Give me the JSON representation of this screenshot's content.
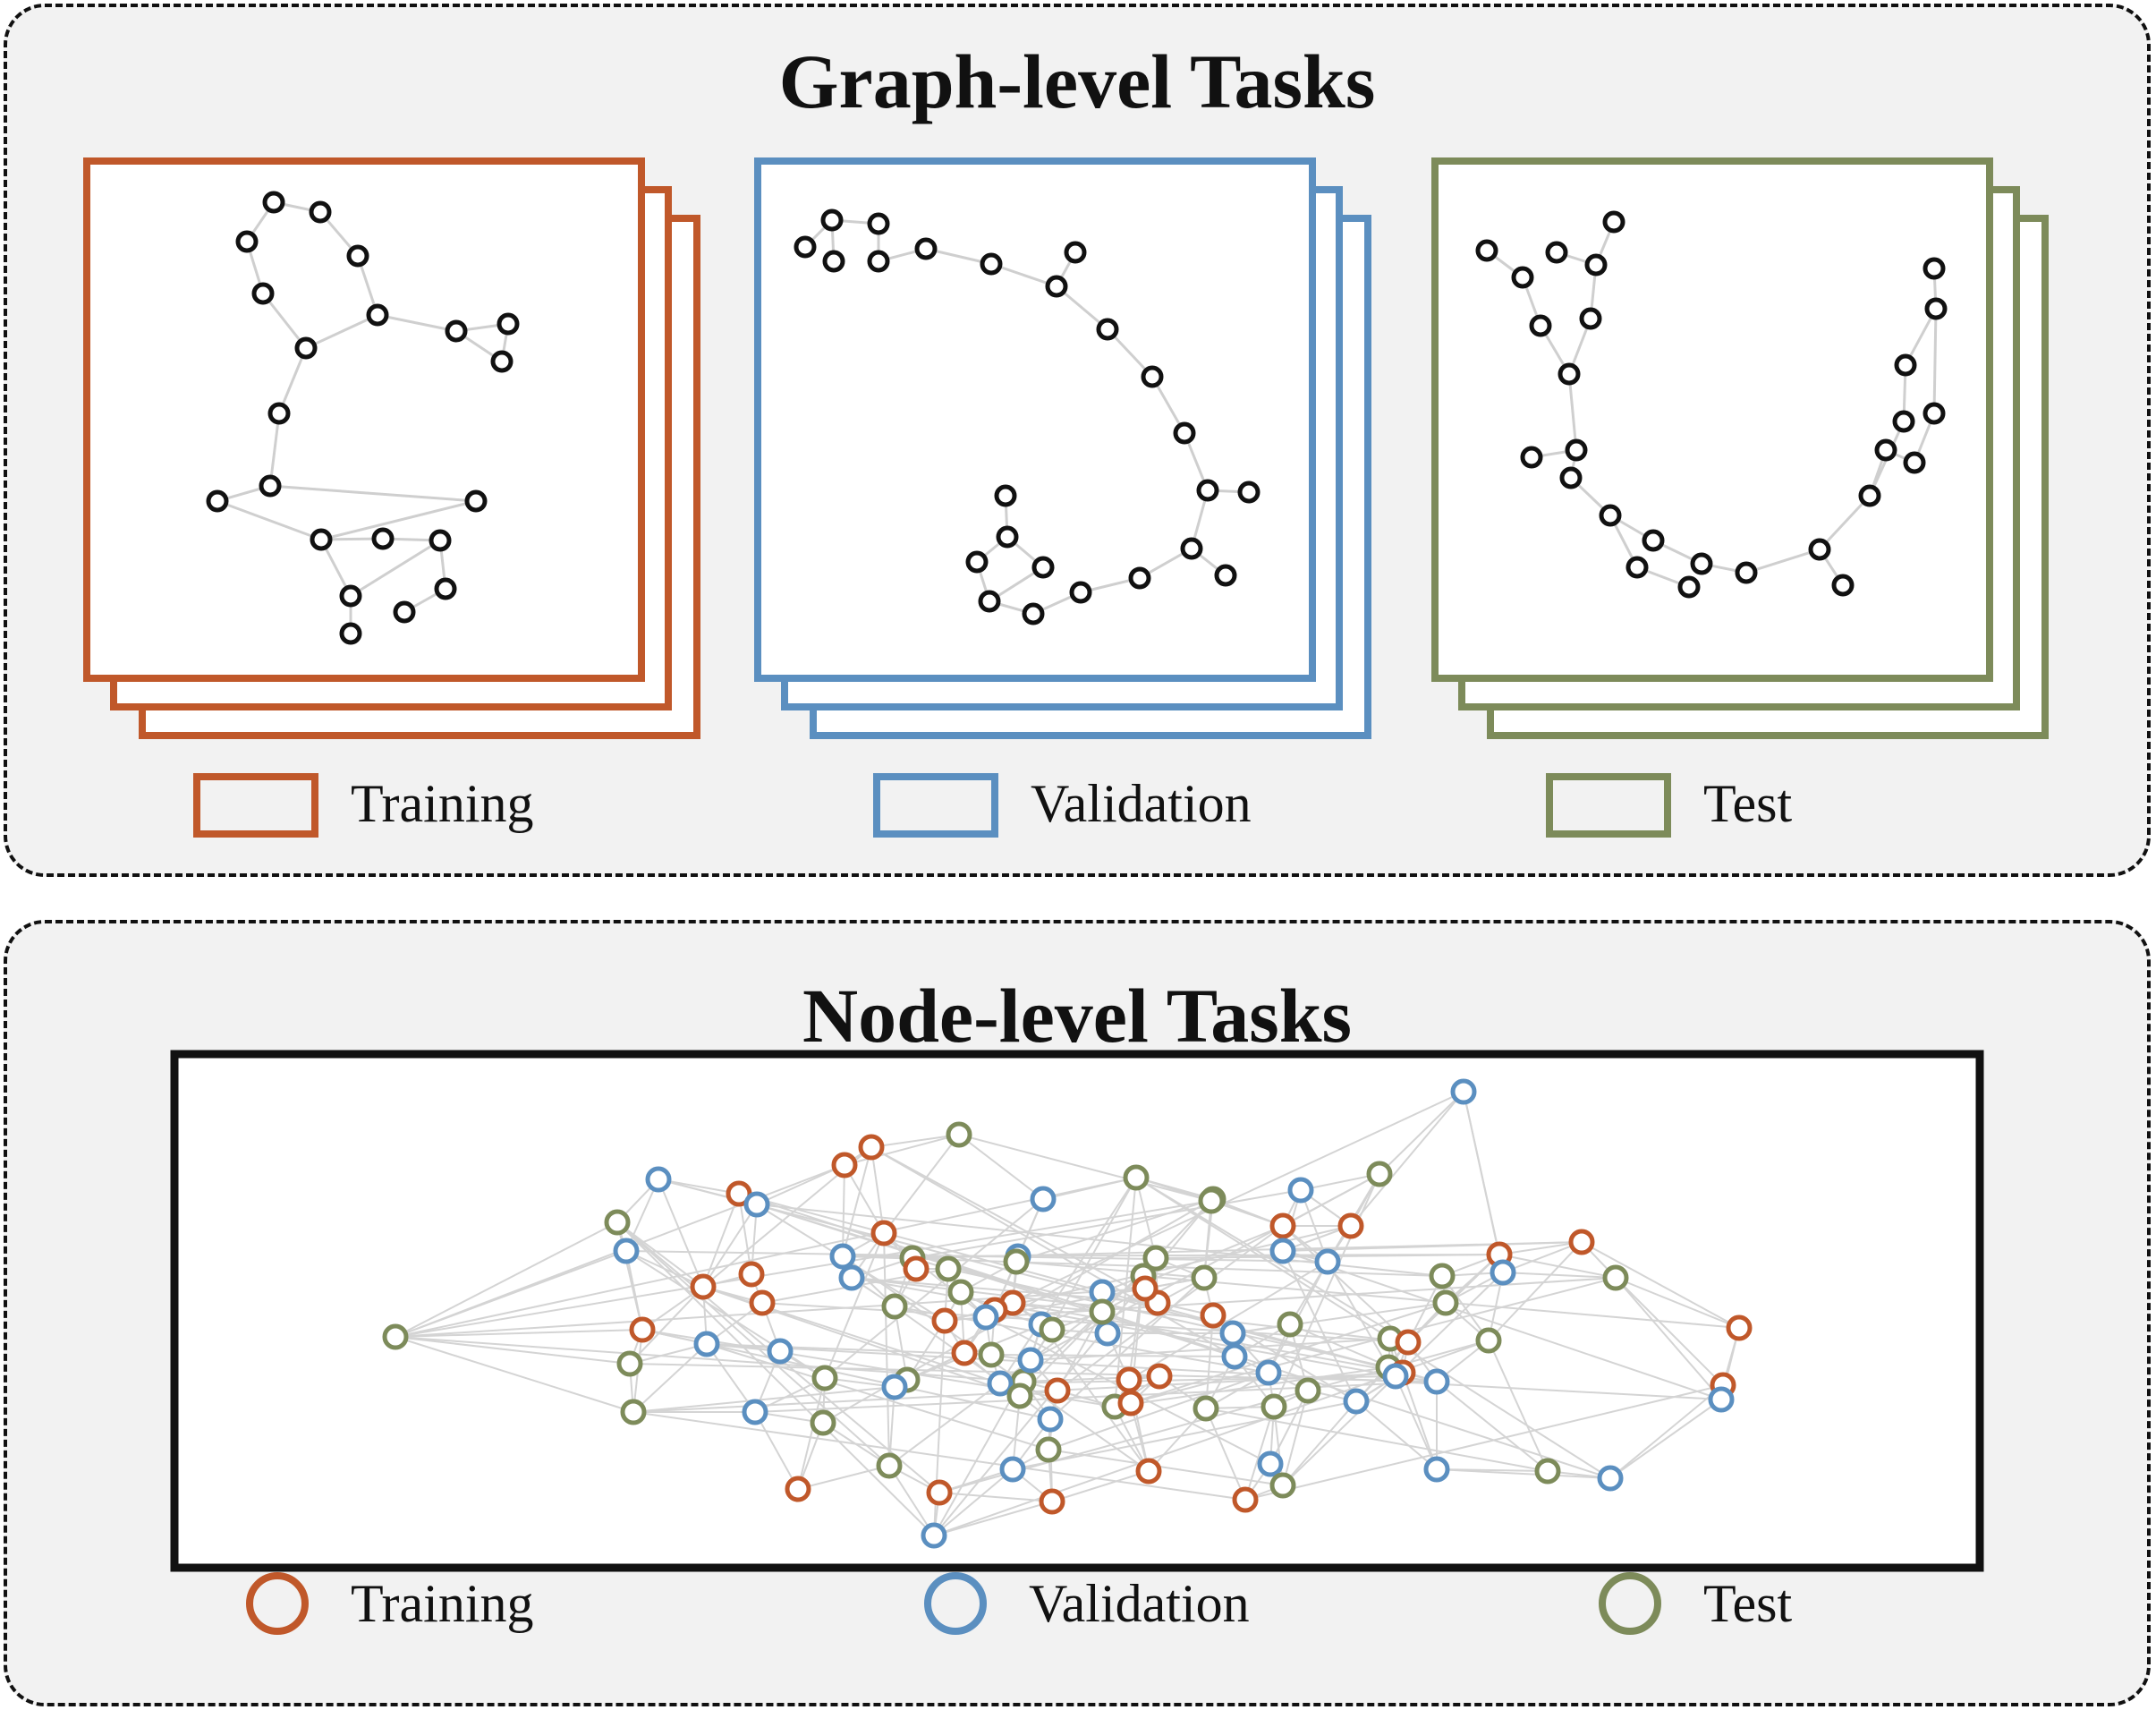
{
  "graph_level": {
    "title": "Graph-level Tasks",
    "splits": [
      {
        "name": "Training",
        "color": "#c0582a"
      },
      {
        "name": "Validation",
        "color": "#5b8fc0"
      },
      {
        "name": "Test",
        "color": "#7d8b5a"
      }
    ]
  },
  "node_level": {
    "title": "Node-level Tasks",
    "legend": [
      {
        "name": "Training",
        "color": "#c0582a"
      },
      {
        "name": "Validation",
        "color": "#5b8fc0"
      },
      {
        "name": "Test",
        "color": "#7d8b5a"
      }
    ]
  },
  "colors": {
    "training": "#c0582a",
    "validation": "#5b8fc0",
    "test": "#7d8b5a",
    "edge": "#cfcfcf",
    "panel_background": "#f2f2f2"
  }
}
